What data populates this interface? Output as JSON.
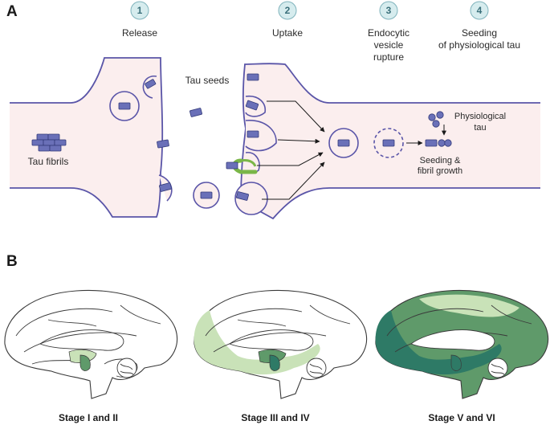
{
  "panel_a": {
    "letter": "A",
    "steps": [
      {
        "number": "1",
        "label_lines": [
          "Release"
        ]
      },
      {
        "number": "2",
        "label_lines": [
          "Uptake"
        ]
      },
      {
        "number": "3",
        "label_lines": [
          "Endocytic",
          "vesicle",
          "rupture"
        ]
      },
      {
        "number": "4",
        "label_lines": [
          "Seeding",
          "of physiological tau"
        ]
      }
    ],
    "labels": {
      "tau_fibrils": "Tau fibrils",
      "tau_seeds": "Tau seeds",
      "physiological_tau_1": "Physiological",
      "physiological_tau_2": "tau",
      "seeding_1": "Seeding &",
      "seeding_2": "fibril growth"
    }
  },
  "panel_b": {
    "letter": "B",
    "stages": [
      {
        "label": "Stage I and II"
      },
      {
        "label": "Stage III and IV"
      },
      {
        "label": "Stage V and VI"
      }
    ]
  },
  "colors": {
    "membrane_stroke": "#5a55a8",
    "cytoplasm_fill": "#fbeeee",
    "tau_seed": "#6a70b8",
    "receptor_green": "#7ab648",
    "step_circle": "#d6ecee",
    "brain_light_green": "#c9e2b8",
    "brain_mid_green": "#5f9a6a",
    "brain_dark_green": "#2e7a66"
  }
}
